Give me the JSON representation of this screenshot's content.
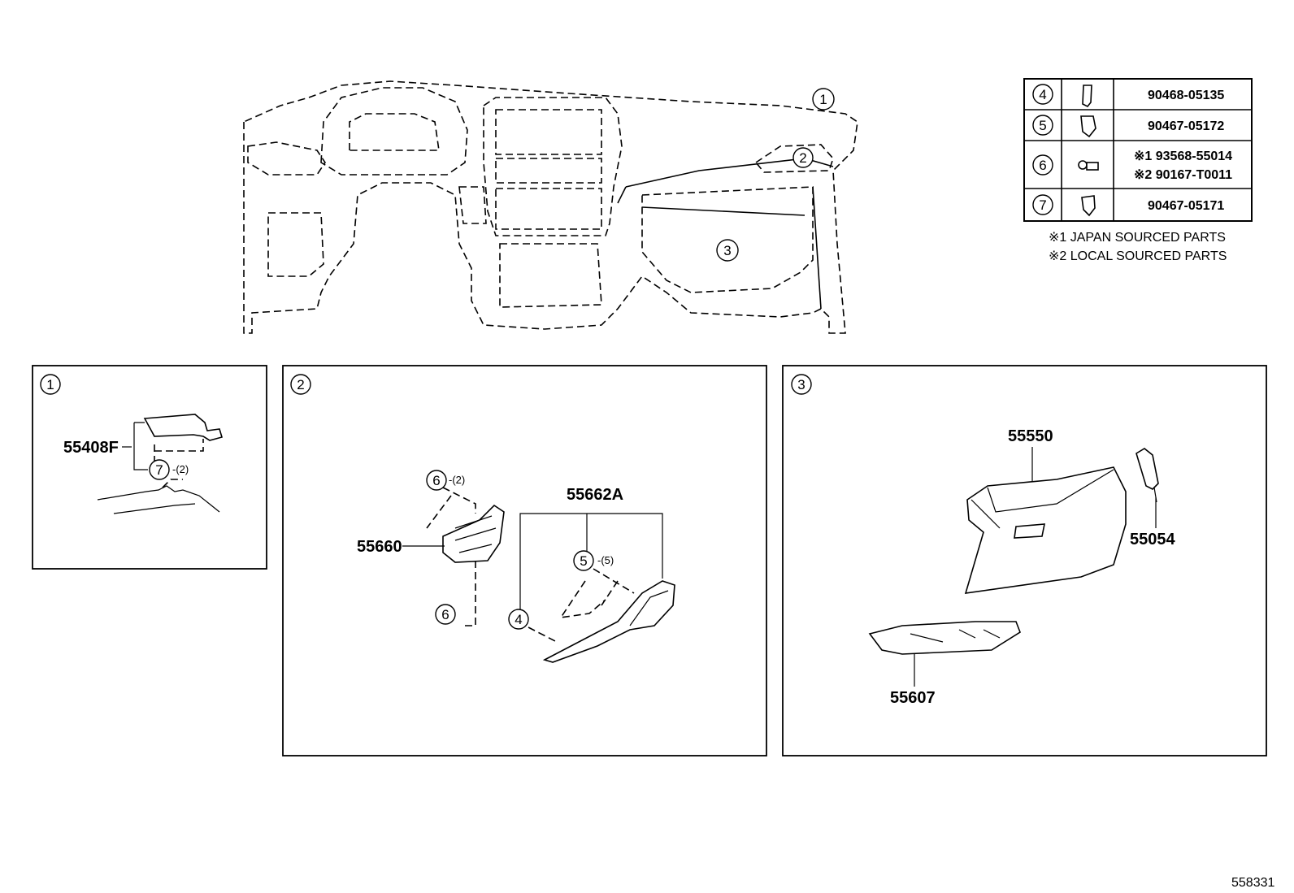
{
  "diagram_id": "558331",
  "callouts": {
    "c1": "1",
    "c2": "2",
    "c3": "3",
    "c4": "4",
    "c5": "5",
    "c6": "6",
    "c7": "7"
  },
  "parts_table": [
    {
      "ref": "4",
      "part": "90468-05135",
      "part2": ""
    },
    {
      "ref": "5",
      "part": "90467-05172",
      "part2": ""
    },
    {
      "ref": "6",
      "part": "※1 93568-55014",
      "part2": "※2 90167-T0011"
    },
    {
      "ref": "7",
      "part": "90467-05171",
      "part2": ""
    }
  ],
  "notes": [
    "※1 JAPAN SOURCED PARTS",
    "※2 LOCAL SOURCED PARTS"
  ],
  "panel1": {
    "part_55408F": "55408F",
    "qty7": "-(2)"
  },
  "panel2": {
    "part_55662A": "55662A",
    "part_55660": "55660",
    "qty6": "-(2)",
    "qty5": "-(5)"
  },
  "panel3": {
    "part_55550": "55550",
    "part_55054": "55054",
    "part_55607": "55607"
  }
}
